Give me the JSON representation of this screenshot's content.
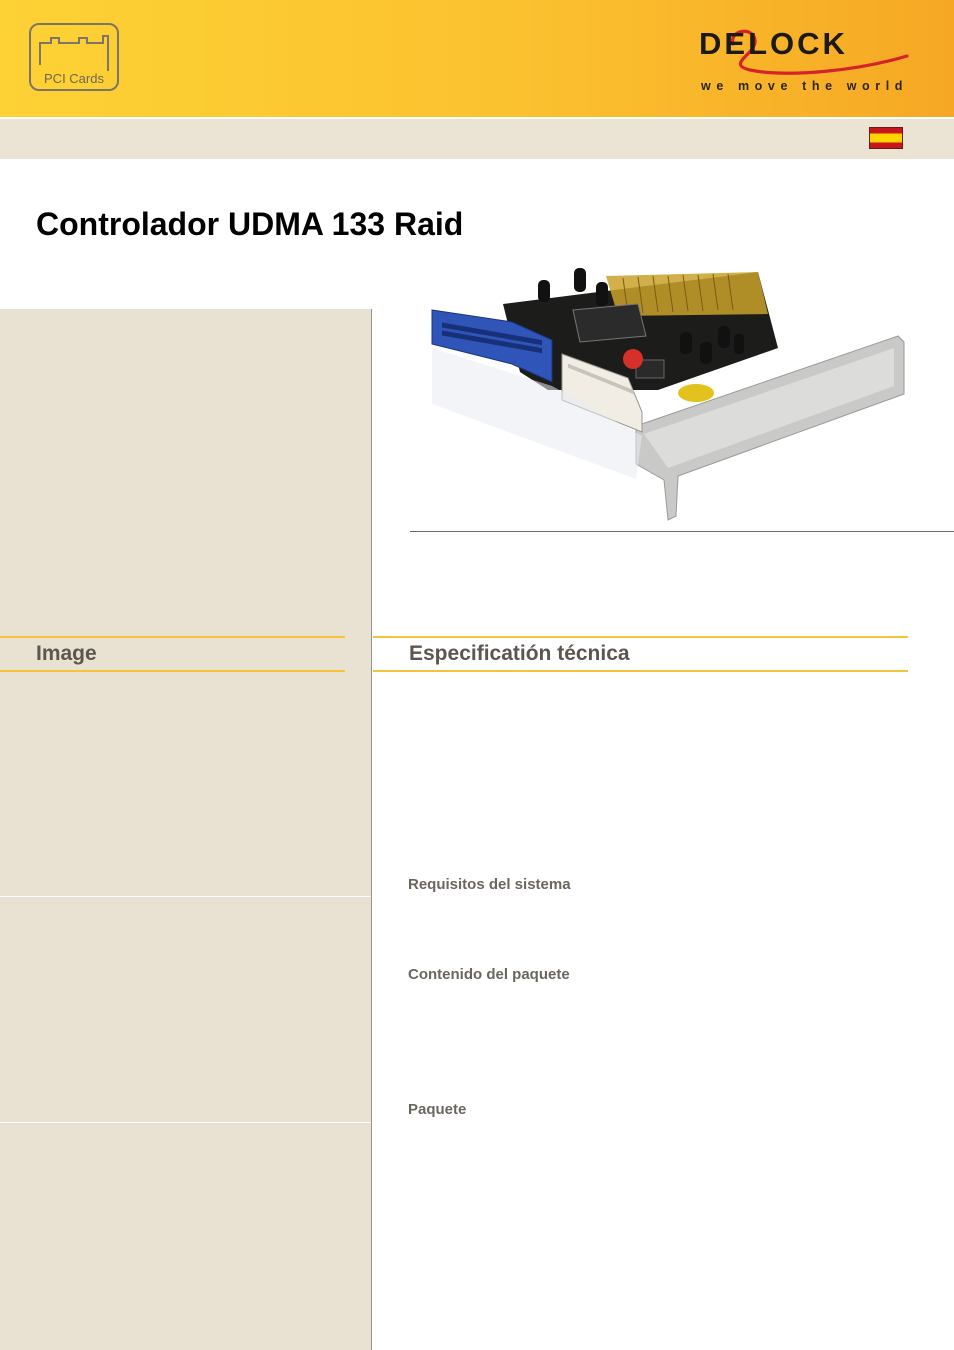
{
  "header": {
    "category_label": "PCI Cards",
    "category_icon": "pci-card-icon",
    "brand_name": "DELOCK",
    "brand_tagline": "we move the world",
    "accent_color": "#fbc12f"
  },
  "language": {
    "flag_icon": "spain-flag-icon"
  },
  "product": {
    "title": "Controlador UDMA 133 Raid",
    "image_icon": "pci-ide-raid-card-photo"
  },
  "sections": {
    "image_heading": "Image",
    "spec_heading": "Especificatión técnica",
    "system_requirements": "Requisitos del sistema",
    "package_contents": "Contenido del paquete",
    "package": "Paquete"
  }
}
